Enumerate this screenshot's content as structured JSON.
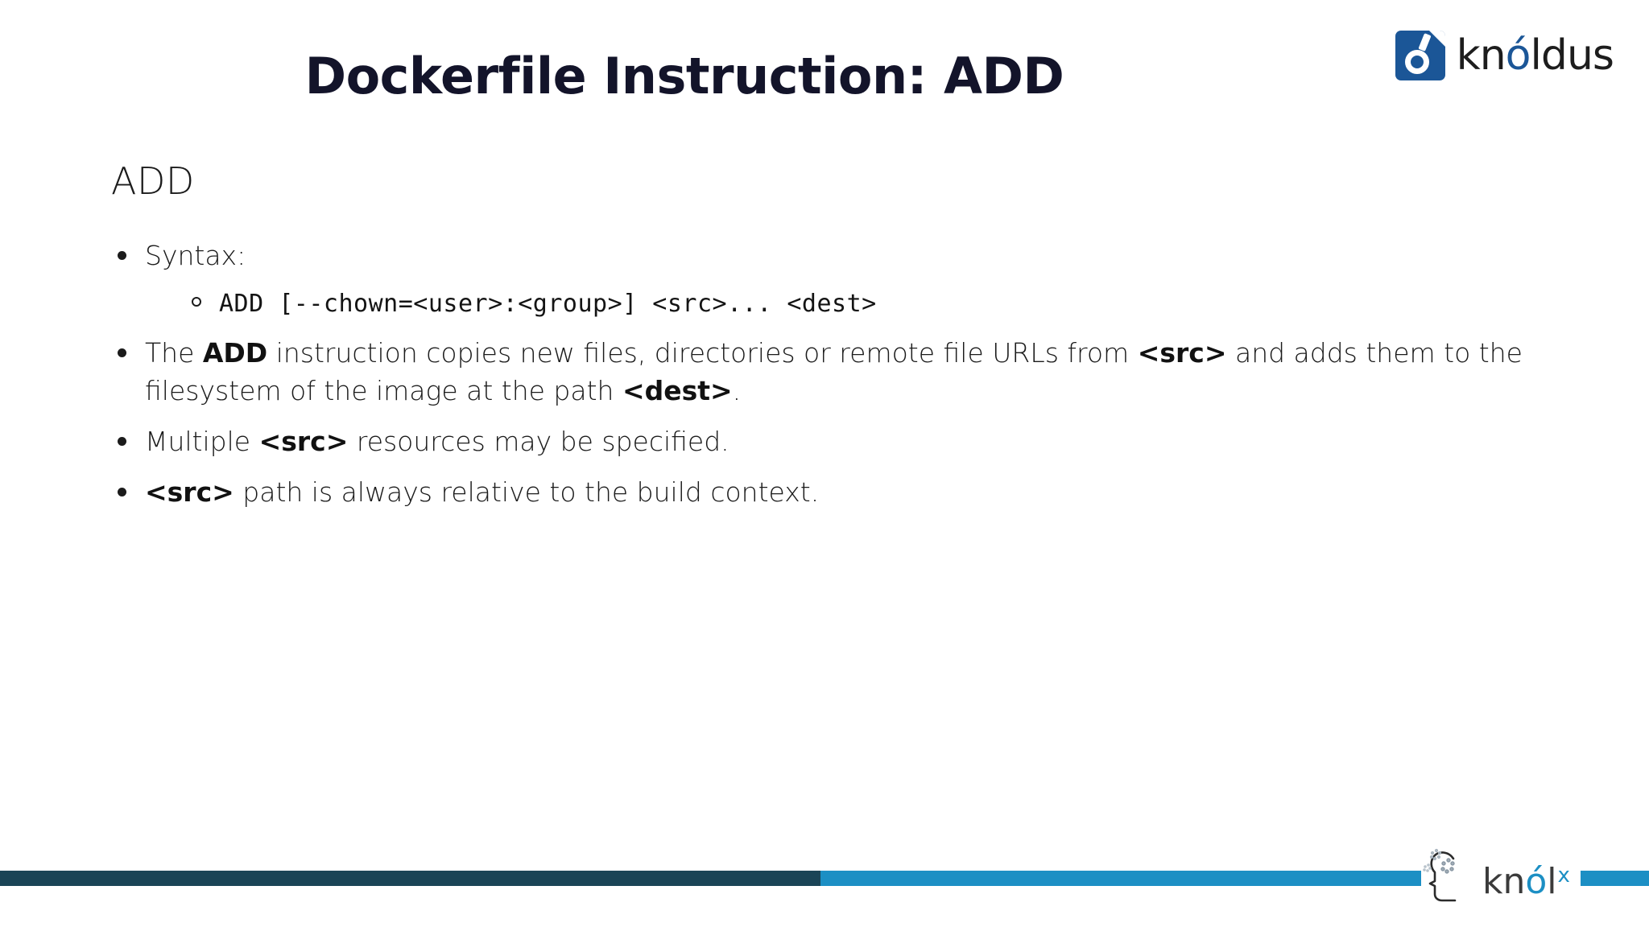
{
  "slide": {
    "title": "Dockerfile Instruction: ADD",
    "section_heading": "ADD"
  },
  "brand": {
    "name": "kn",
    "accent_char": "ó",
    "name_tail": "ldus",
    "mark_icon": "knoldus-o-mark-icon",
    "primary_color": "#1b5697",
    "text_color": "#1d1d1d"
  },
  "bullets": [
    {
      "id": "syntax",
      "text": "Syntax:",
      "sub": [
        {
          "id": "syntax-code",
          "code": "ADD [--chown=<user>:<group>] <src>... <dest>"
        }
      ]
    },
    {
      "id": "description",
      "parts": [
        {
          "text": "The ",
          "bold": false
        },
        {
          "text": "ADD",
          "bold": true
        },
        {
          "text": " instruction copies new files, directories or remote file URLs from ",
          "bold": false
        },
        {
          "text": "<src>",
          "bold": true
        },
        {
          "text": " and adds them to the filesystem of the image at the path ",
          "bold": false
        },
        {
          "text": "<dest>",
          "bold": true
        },
        {
          "text": ".",
          "bold": false
        }
      ],
      "plain": "The ADD instruction copies new files, directories or remote file URLs from <src> and adds them to the filesystem of the image at the path <dest>."
    },
    {
      "id": "multiple-src",
      "parts": [
        {
          "text": "Multiple ",
          "bold": false
        },
        {
          "text": "<src>",
          "bold": true
        },
        {
          "text": " resources may be specified.",
          "bold": false
        }
      ],
      "plain": "Multiple <src> resources may be specified."
    },
    {
      "id": "src-relative",
      "parts": [
        {
          "text": "<src>",
          "bold": true
        },
        {
          "text": " path is always relative to the build context.",
          "bold": false
        }
      ],
      "plain": "<src> path is always relative to the build context."
    }
  ],
  "footer": {
    "bar_dark_color": "#1a4456",
    "bar_light_color": "#1c8fc4",
    "logo_name": "kn",
    "logo_accent_char": "ó",
    "logo_name_tail": "l",
    "logo_superscript": "x",
    "logo_icon": "thinking-head-icon"
  }
}
